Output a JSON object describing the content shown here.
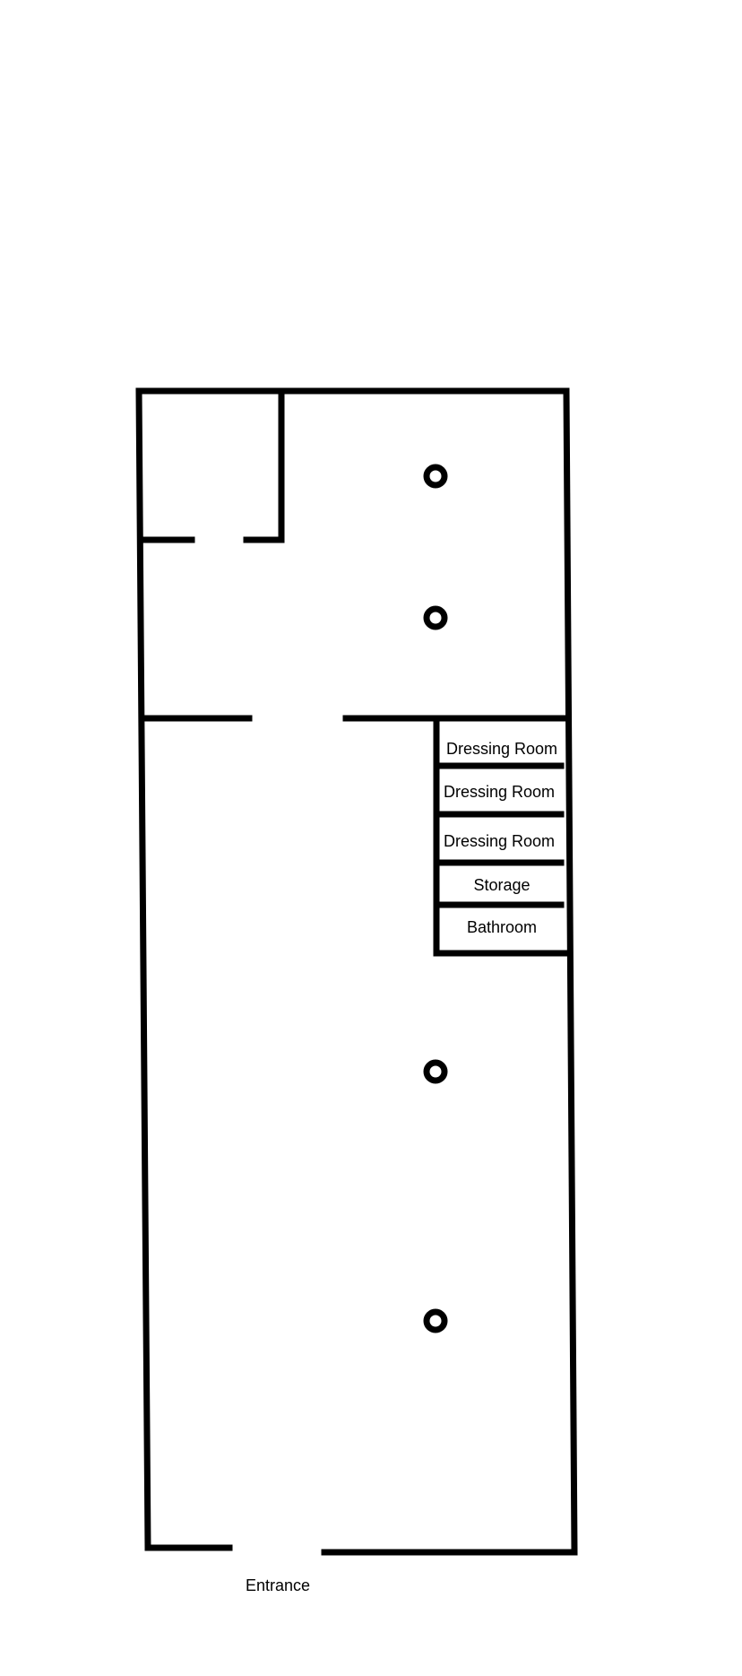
{
  "plan": {
    "rooms": [
      {
        "id": "dressing-room-1",
        "label": "Dressing Room"
      },
      {
        "id": "dressing-room-2",
        "label": "Dressing Room"
      },
      {
        "id": "dressing-room-3",
        "label": "Dressing Room"
      },
      {
        "id": "storage",
        "label": "Storage"
      },
      {
        "id": "bathroom",
        "label": "Bathroom"
      }
    ],
    "entrance_label": "Entrance"
  },
  "colors": {
    "wall": "#000000",
    "background": "#ffffff"
  }
}
